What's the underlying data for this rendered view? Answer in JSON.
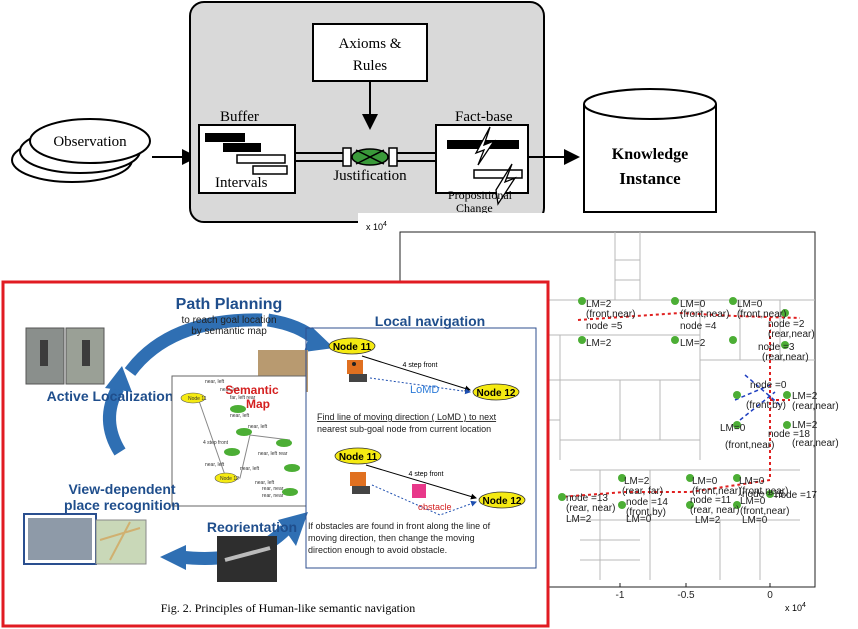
{
  "top_diagram": {
    "observation": "Observation",
    "axioms_line1": "Axioms &",
    "axioms_line2": "Rules",
    "buffer": "Buffer",
    "intervals": "Intervals",
    "justification": "Justification",
    "fact_base": "Fact-base",
    "propositional_line1": "Propositional",
    "propositional_line2": "Change",
    "knowledge_line1": "Knowledge",
    "knowledge_line2": "Instance"
  },
  "map_plot": {
    "exp_y": "x 10",
    "exp_y_sup": "4",
    "exp_x": "x 10",
    "exp_x_sup": "4",
    "x_ticks": [
      "-1",
      "-0.5",
      "0"
    ],
    "labels": [
      "LM=2",
      "(front,near)",
      "node =5",
      "LM=2",
      "LM=0",
      "(front,near)",
      "node =4",
      "LM=2",
      "LM=0",
      "(front,near)",
      "node =2",
      "(rear,near)",
      "node =3",
      "(rear,near)",
      "node =0",
      "LM=2",
      "(rear,near)",
      "(front,by)",
      "LM=0",
      "node =18",
      "(front,near)",
      "LM=2",
      "(rear,near)",
      "LM=2",
      "(rear, far)",
      "node =13",
      "(rear, near)",
      "LM=2",
      "LM=0",
      "(front,near)",
      "node =14",
      "(front,by)",
      "LM=0",
      "LM=0",
      "(front,near)",
      "node =11",
      "(rear, near)",
      "LM=2",
      "LM=0",
      "(front,near)",
      "node =16",
      "LM=0",
      "node =17"
    ]
  },
  "navigation_figure": {
    "path_planning": "Path Planning",
    "path_planning_sub1": "to reach goal location",
    "path_planning_sub2": "by semantic map",
    "local_navigation": "Local navigation",
    "active_localization": "Active Localization",
    "semantic_map_line1": "Semantic",
    "semantic_map_line2": "Map",
    "view_dependent_line1": "View-dependent",
    "view_dependent_line2": "place recognition",
    "reorientation": "Reorientation",
    "node11_a": "Node 11",
    "node12_a": "Node 12",
    "step_front_a": "4 step front",
    "lomd": "LoMD",
    "find_line_1": "Find line of moving direction ( LoMD ) to next",
    "find_line_2": "nearest sub-goal node from current location",
    "node11_b": "Node 11",
    "node12_b": "Node 12",
    "step_front_b": "4 step front",
    "obstacle": "obstacle",
    "obstacle_text_1": "If obstacles are found in front along the line of",
    "obstacle_text_2": "moving direction, then change the moving",
    "obstacle_text_3": "direction enough to avoid obstacle.",
    "caption": "Fig. 2.    Principles of Human-like semantic navigation",
    "map_nodes": [
      "Node 11",
      "near, left",
      "near, left",
      "far, left rear",
      "near, left",
      "near, left",
      "4 step front",
      "near, left rear",
      "near, left",
      "near, left",
      "Node 12",
      "near, left",
      "rear, near",
      "rear, near"
    ]
  },
  "colors": {
    "frame_red": "#e11b22",
    "arrow_blue": "#2f6fb3",
    "node_yellow": "#f5ea12",
    "path_red": "#e02020",
    "marker_green": "#4cae35",
    "panel_grey": "#d9d9d9"
  }
}
